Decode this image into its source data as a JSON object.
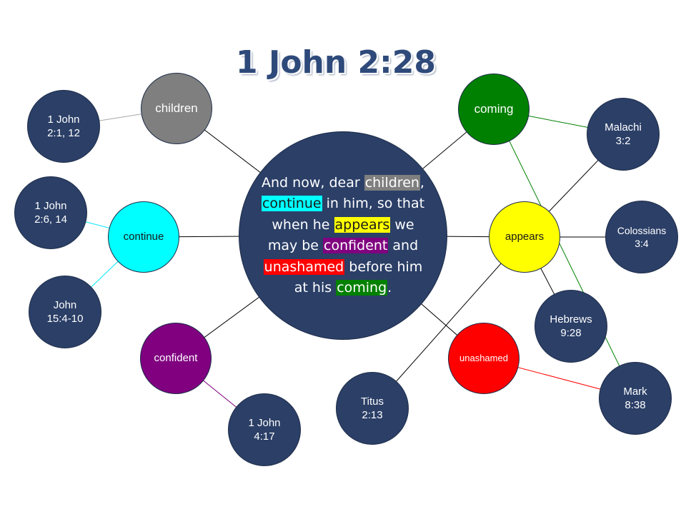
{
  "title": "1 John 2:28",
  "verse": [
    {
      "text": "And now, dear ",
      "hl": null
    },
    {
      "text": "children",
      "hl": "#7f7f7f"
    },
    {
      "text": ", ",
      "hl": null
    },
    {
      "text": "continue",
      "hl": "#00ffff",
      "dark": true
    },
    {
      "text": " in him, so that when he ",
      "hl": null
    },
    {
      "text": "appears",
      "hl": "#ffff00",
      "dark": true
    },
    {
      "text": " we may be ",
      "hl": null
    },
    {
      "text": "confident",
      "hl": "#800080"
    },
    {
      "text": " and ",
      "hl": null
    },
    {
      "text": "unashamed",
      "hl": "#ff0000"
    },
    {
      "text": " before him at his ",
      "hl": null
    },
    {
      "text": "coming",
      "hl": "#008000"
    },
    {
      "text": ".",
      "hl": null
    }
  ],
  "keywords": [
    {
      "id": "children",
      "label": "children",
      "color": "#7f7f7f",
      "text_color": "#ffffff"
    },
    {
      "id": "continue",
      "label": "continue",
      "color": "#00ffff",
      "text_color": "#1a1a1a"
    },
    {
      "id": "confident",
      "label": "confident",
      "color": "#800080",
      "text_color": "#ffffff"
    },
    {
      "id": "coming",
      "label": "coming",
      "color": "#008000",
      "text_color": "#ffffff"
    },
    {
      "id": "appears",
      "label": "appears",
      "color": "#ffff00",
      "text_color": "#1a1a1a"
    },
    {
      "id": "unashamed",
      "label": "unashamed",
      "color": "#ff0000",
      "text_color": "#ffffff"
    }
  ],
  "references": [
    {
      "id": "1john-2-1",
      "label": "1 John\n2:1, 12"
    },
    {
      "id": "1john-2-6",
      "label": "1 John\n2:6, 14"
    },
    {
      "id": "john-15",
      "label": "John\n15:4-10"
    },
    {
      "id": "1john-4-17",
      "label": "1 John\n4:17"
    },
    {
      "id": "malachi-3-2",
      "label": "Malachi\n3:2"
    },
    {
      "id": "colossians-3-4",
      "label": "Colossians\n3:4"
    },
    {
      "id": "hebrews-9-28",
      "label": "Hebrews\n9:28"
    },
    {
      "id": "titus-2-13",
      "label": "Titus\n2:13"
    },
    {
      "id": "mark-8-38",
      "label": "Mark\n8:38"
    }
  ],
  "connections": [
    {
      "from": "center",
      "to": "children",
      "color": "#000000"
    },
    {
      "from": "center",
      "to": "continue",
      "color": "#000000"
    },
    {
      "from": "center",
      "to": "confident",
      "color": "#000000"
    },
    {
      "from": "center",
      "to": "coming",
      "color": "#000000"
    },
    {
      "from": "center",
      "to": "appears",
      "color": "#000000"
    },
    {
      "from": "center",
      "to": "unashamed",
      "color": "#000000"
    },
    {
      "from": "children",
      "to": "1john-2-1",
      "color": "#a6a6a6"
    },
    {
      "from": "continue",
      "to": "1john-2-6",
      "color": "#00e5ff"
    },
    {
      "from": "continue",
      "to": "john-15",
      "color": "#00e5ff"
    },
    {
      "from": "confident",
      "to": "1john-4-17",
      "color": "#800080"
    },
    {
      "from": "coming",
      "to": "malachi-3-2",
      "color": "#008000"
    },
    {
      "from": "coming",
      "to": "mark-8-38",
      "color": "#008000"
    },
    {
      "from": "appears",
      "to": "malachi-3-2",
      "color": "#000000"
    },
    {
      "from": "appears",
      "to": "colossians-3-4",
      "color": "#000000"
    },
    {
      "from": "appears",
      "to": "hebrews-9-28",
      "color": "#000000"
    },
    {
      "from": "appears",
      "to": "titus-2-13",
      "color": "#000000"
    },
    {
      "from": "unashamed",
      "to": "mark-8-38",
      "color": "#ff0000"
    }
  ],
  "colors": {
    "reference_fill": "#2b3f67",
    "center_fill": "#2b3f67",
    "title": "#2e4a7a"
  }
}
